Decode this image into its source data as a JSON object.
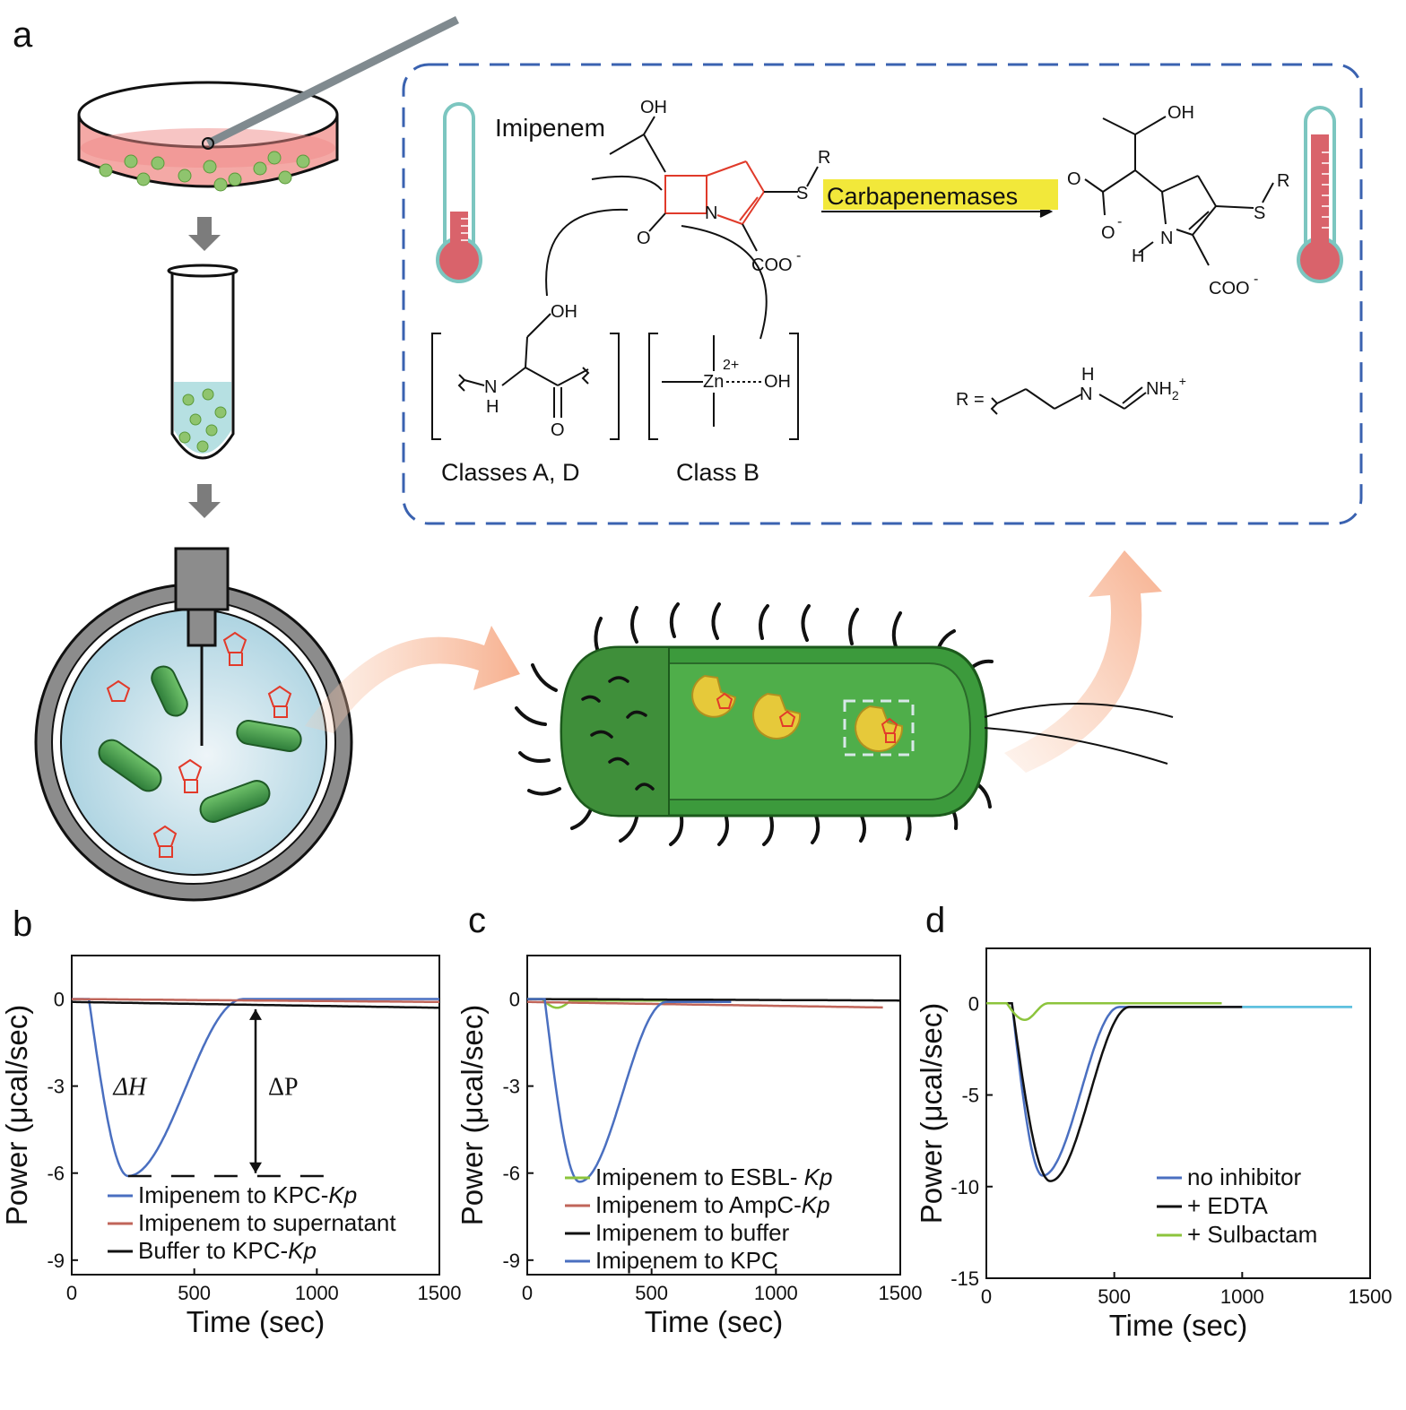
{
  "panels": {
    "a": {
      "letter": "a"
    },
    "b": {
      "letter": "b"
    },
    "c": {
      "letter": "c"
    },
    "d": {
      "letter": "d"
    }
  },
  "schematic": {
    "imipenem_label": "Imipenem",
    "enzyme_label": "Carbapenemases",
    "classes_ad_label": "Classes A, D",
    "class_b_label": "Class B",
    "r_group_prefix": "R =",
    "oh": "OH",
    "coo": "COO",
    "charge_minus": "-",
    "o": "O",
    "n": "N",
    "h": "H",
    "s": "S",
    "r": "R",
    "zn": "Zn",
    "zn_charge": "2+",
    "nh2": "NH",
    "nh2_sub": "2",
    "nh2_charge": "+",
    "colors": {
      "frame": "#3a62b0",
      "highlight": "#f2e83a",
      "beta_lactam": "#e03a2a",
      "thermo_fill": "#d9636b",
      "thermo_outline": "#7cc6c0"
    }
  },
  "chart_data": [
    {
      "panel": "b",
      "type": "line",
      "xlabel": "Time (sec)",
      "ylabel": "Power (μcal/sec)",
      "xlim": [
        0,
        1500
      ],
      "ylim": [
        -9.5,
        1.5
      ],
      "xticks": [
        "0",
        "500",
        "1000",
        "1500"
      ],
      "yticks": [
        "0",
        "-3",
        "-6",
        "-9"
      ],
      "annotations": {
        "dH": "ΔH",
        "dP": "ΔP"
      },
      "series": [
        {
          "name": "Imipenem to KPC-Kp",
          "color": "#4a6fc0",
          "type": "dip",
          "start": 70,
          "min_x": 230,
          "min_y": -6.1,
          "end": 700,
          "tail": 0.0
        },
        {
          "name": "Imipenem to supernatant",
          "color": "#c0655a",
          "type": "flat",
          "y0": 0.0,
          "y1": -0.1
        },
        {
          "name": "Buffer to KPC-Kp",
          "color": "#111111",
          "type": "flat",
          "y0": -0.1,
          "y1": -0.3
        }
      ]
    },
    {
      "panel": "c",
      "type": "line",
      "xlabel": "Time (sec)",
      "ylabel": "Power (μcal/sec)",
      "xlim": [
        0,
        1500
      ],
      "ylim": [
        -9.5,
        1.5
      ],
      "xticks": [
        "0",
        "500",
        "1000",
        "1500"
      ],
      "yticks": [
        "0",
        "-3",
        "-6",
        "-9"
      ],
      "series": [
        {
          "name": "Imipenem to ESBL- Kp",
          "color": "#8cc43c",
          "type": "small_dip",
          "x_end": 800,
          "min_y": -0.3
        },
        {
          "name": "Imipenem to AmpC-Kp",
          "color": "#c0655a",
          "type": "flat",
          "y0": -0.1,
          "y1": -0.3,
          "x_end": 1430
        },
        {
          "name": "Imipenem to buffer",
          "color": "#111111",
          "type": "flat",
          "y0": 0.0,
          "y1": -0.05,
          "x_end": 1500
        },
        {
          "name": "Imipenem to KPC",
          "color": "#4a6fc0",
          "type": "dip",
          "start": 70,
          "min_x": 210,
          "min_y": -6.3,
          "end": 560,
          "tail": -0.1,
          "x_end": 820
        }
      ]
    },
    {
      "panel": "d",
      "type": "line",
      "xlabel": "Time (sec)",
      "ylabel": "Power (μcal/sec)",
      "xlim": [
        0,
        1500
      ],
      "ylim": [
        -15,
        3
      ],
      "xticks": [
        "0",
        "500",
        "1000",
        "1500"
      ],
      "yticks": [
        "0",
        "-5",
        "-10",
        "-15"
      ],
      "series": [
        {
          "name": "no inhibitor",
          "color": "#4a6fc0",
          "type": "dip",
          "start": 100,
          "min_x": 220,
          "min_y": -9.4,
          "end": 520,
          "tail": -0.2,
          "x_end": 1430
        },
        {
          "name": "+ EDTA",
          "color": "#111111",
          "type": "dip",
          "start": 100,
          "min_x": 250,
          "min_y": -9.7,
          "end": 560,
          "tail": -0.2,
          "x_end": 1000
        },
        {
          "name": "+ Sulbactam",
          "color": "#8cc43c",
          "type": "small_dip",
          "start": 80,
          "min_x": 150,
          "min_y": -0.9,
          "end": 240,
          "x_end": 920
        }
      ]
    }
  ]
}
